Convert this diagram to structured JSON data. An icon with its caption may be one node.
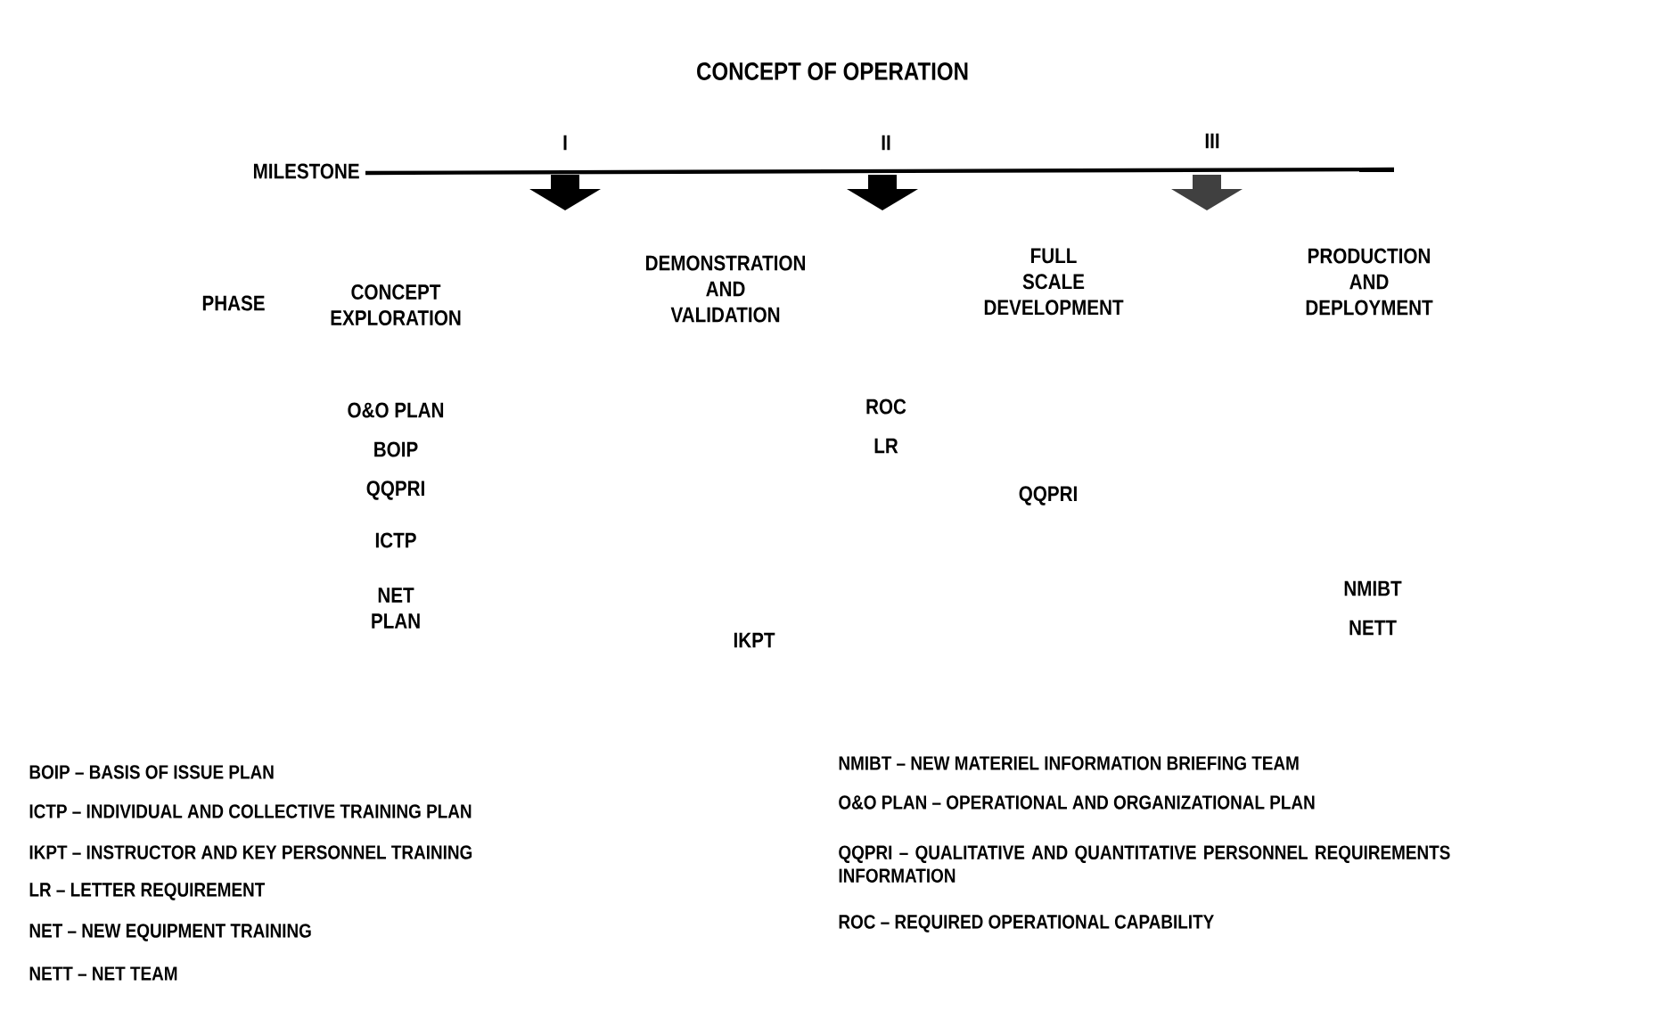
{
  "diagram": {
    "title": "CONCEPT OF OPERATION",
    "labels": [
      "MILESTONE",
      "I",
      "II",
      "III",
      "PHASE",
      "CONCEPT EXPLORATION",
      "DEMONSTRATION AND VALIDATION",
      "FULL SCALE DEVELOPMENT",
      "PRODUCTION AND DEPLOYMENT",
      "O&O PLAN",
      "BOIP",
      "QQPRI",
      "ICTP",
      "NET PLAN",
      "ROC",
      "LR",
      "IKPT",
      "QQPRI",
      "NMIBT",
      "NETT",
      "BOIP – BASIS OF ISSUE PLAN",
      "ICTP – INDIVIDUAL AND COLLECTIVE TRAINING PLAN",
      "IKPT – INSTRUCTOR AND KEY PERSONNEL TRAINING",
      "LR – LETTER REQUIREMENT",
      "NET – NEW EQUIPMENT TRAINING",
      "NETT – NET TEAM",
      "NMIBT – NEW MATERIEL INFORMATION BRIEFING TEAM",
      "O&O PLAN – OPERATIONAL AND ORGANIZATIONAL PLAN",
      "QQPRI – QUALITATIVE AND QUANTITATIVE PERSONNEL REQUIREMENTS INFORMATION",
      "ROC – REQUIRED OPERATIONAL CAPABILITY"
    ]
  }
}
